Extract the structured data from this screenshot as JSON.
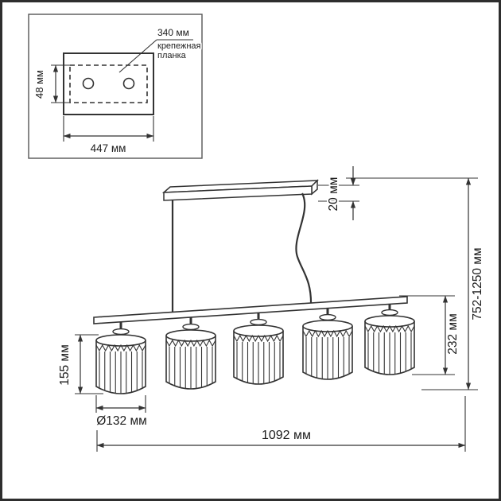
{
  "inset": {
    "dim_top": "340 мм",
    "plate_label_line1": "крепежная",
    "plate_label_line2": "планка",
    "dim_left": "48 мм",
    "dim_bottom": "447 мм"
  },
  "dimensions": {
    "canopy_drop": "20 мм",
    "height_range": "752-1250 мм",
    "shade_zone": "232 мм",
    "shade_height": "155 мм",
    "shade_diameter": "Ø132 мм",
    "total_width": "1092 мм"
  },
  "colors": {
    "line": "#333333",
    "text": "#1c1c1c",
    "background": "#ffffff",
    "frame": "#2e2e2e"
  }
}
